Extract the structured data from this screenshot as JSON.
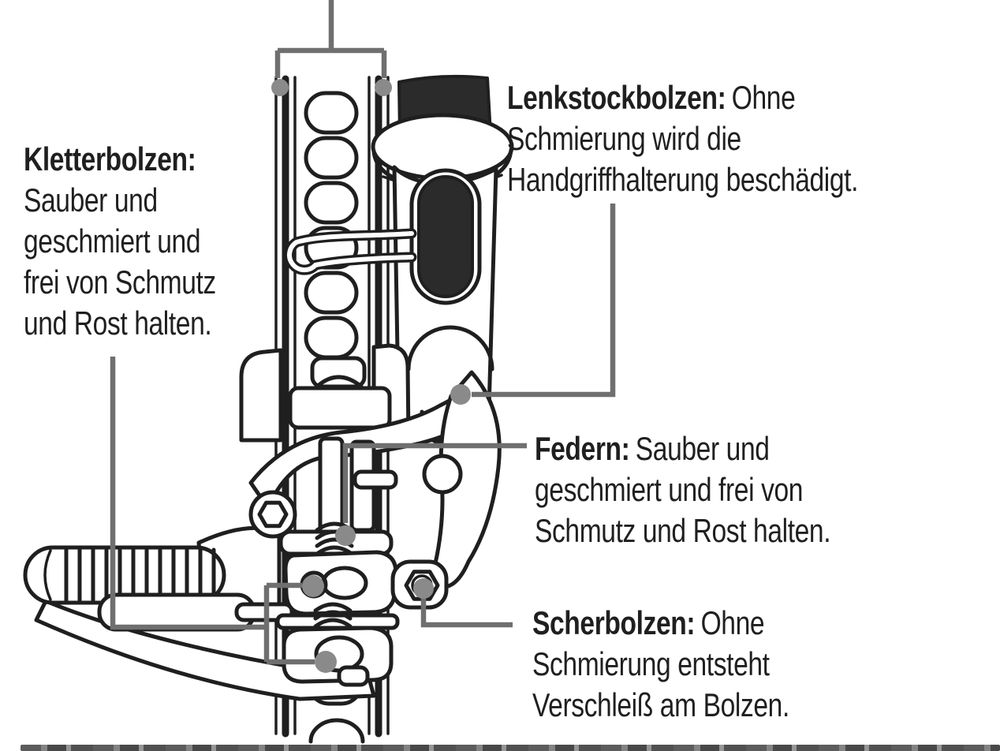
{
  "figure": {
    "type": "line-art-diagram",
    "subject": "Wagenheber (Hi-Lift-Jack) Schmier- und Wartungspunkte",
    "colors": {
      "ink": "#1f1f1f",
      "paper": "#ffffff",
      "dark_fill": "#2b2b2b",
      "callout_line": "#6f6f6f",
      "callout_dot": "#8a8a8a"
    }
  },
  "labels": {
    "kletterbolzen": {
      "term": "Kletterbolzen:",
      "lines": [
        "Sauber und",
        "geschmiert und",
        "frei von Schmutz",
        "und Rost halten."
      ]
    },
    "lenkstockbolzen": {
      "term": "Lenkstockbolzen:",
      "after_term": "Ohne",
      "lines": [
        "Schmierung wird die",
        "Handgriffhalterung beschädigt."
      ]
    },
    "federn": {
      "term": "Federn:",
      "after_term": "Sauber und",
      "lines": [
        "geschmiert und frei von",
        "Schmutz und Rost halten."
      ]
    },
    "scherbolzen": {
      "term": "Scherbolzen:",
      "after_term": "Ohne",
      "lines": [
        "Schmierung entsteht",
        "Verschleiß am Bolzen."
      ]
    }
  }
}
